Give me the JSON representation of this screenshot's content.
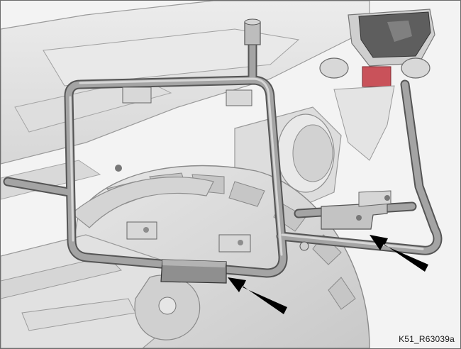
{
  "figure": {
    "reference_code": "K51_R63039a"
  },
  "colors": {
    "background": "#f3f3f3",
    "part_fill": "#e2e2e2",
    "part_shade": "#cfcfcf",
    "line": "#8a8a8a",
    "frame_tube": "#9c9c9c",
    "frame_tube_edge": "#555555",
    "taillight": "#5e5e5e",
    "reflector": "#c9525a",
    "arrow": "#000000"
  },
  "callouts": [
    {
      "name": "arrow-right-mount"
    },
    {
      "name": "arrow-lower-mount"
    }
  ]
}
